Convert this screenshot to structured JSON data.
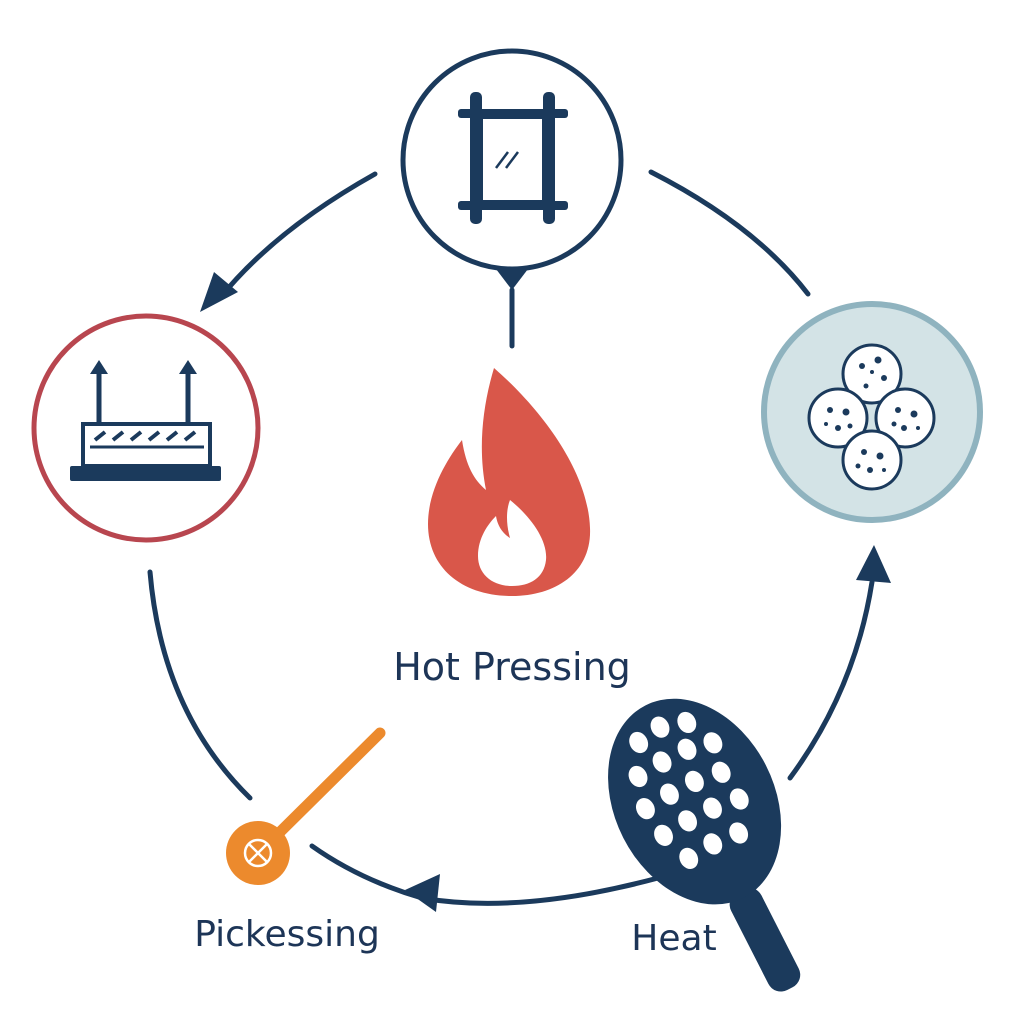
{
  "labels": {
    "center": "Hot Pressing",
    "bottom_left": "Pickessing",
    "bottom_right": "Heat"
  },
  "colors": {
    "navy": "#1b3a5c",
    "red_ring": "#b8464f",
    "teal_ring": "#8fb3bf",
    "teal_fill": "#d3e3e6",
    "flame": "#d9574a",
    "orange": "#ec8a2d",
    "background": "#ffffff"
  },
  "icons": {
    "top": "frame-icon",
    "left": "press-icon",
    "right": "pellets-icon",
    "center": "flame-icon",
    "bottom_left": "stir-tool-icon",
    "bottom_right": "paddle-icon"
  }
}
